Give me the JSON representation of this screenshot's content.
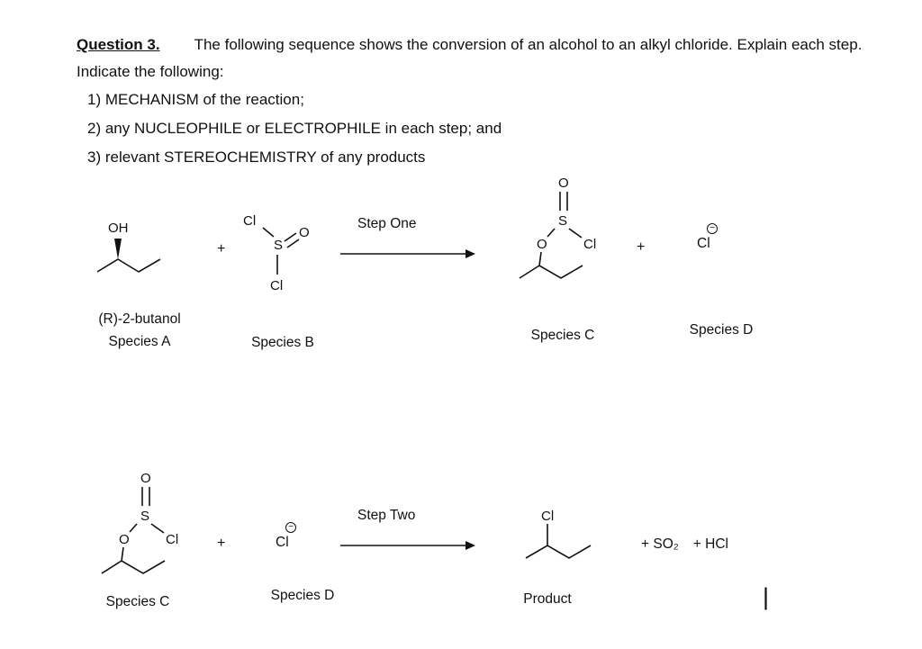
{
  "question": {
    "label": "Question 3.",
    "intro": "The following sequence shows the conversion of an alcohol to an alkyl chloride. Explain each step. Indicate the following:",
    "items": [
      "1) MECHANISM of the reaction;",
      "2) any NUCLEOPHILE or ELECTROPHILE in each step; and",
      "3) relevant STEREOCHEMISTRY of any products"
    ]
  },
  "molecules": {
    "butanol": {
      "oh": "OH"
    },
    "thionyl_chloride": {
      "cl_top": "Cl",
      "s": "S",
      "o": "O",
      "cl_bottom": "Cl"
    },
    "chlorosulfite": {
      "o_top": "O",
      "s": "S",
      "o_ester": "O",
      "cl": "Cl"
    },
    "chloride_ion": {
      "symbol": "Cl",
      "charge": "−"
    },
    "alkyl_chloride": {
      "cl": "Cl"
    }
  },
  "labels": {
    "species_a_name": "(R)-2-butanol",
    "species_a": "Species A",
    "species_b": "Species B",
    "species_c": "Species C",
    "species_d": "Species D",
    "product": "Product"
  },
  "reactions": {
    "step_one": "Step One",
    "step_two": "Step Two",
    "plus": "+",
    "plus_so2": "+ SO₂",
    "plus_hcl": "+ HCl"
  },
  "caret": "|"
}
